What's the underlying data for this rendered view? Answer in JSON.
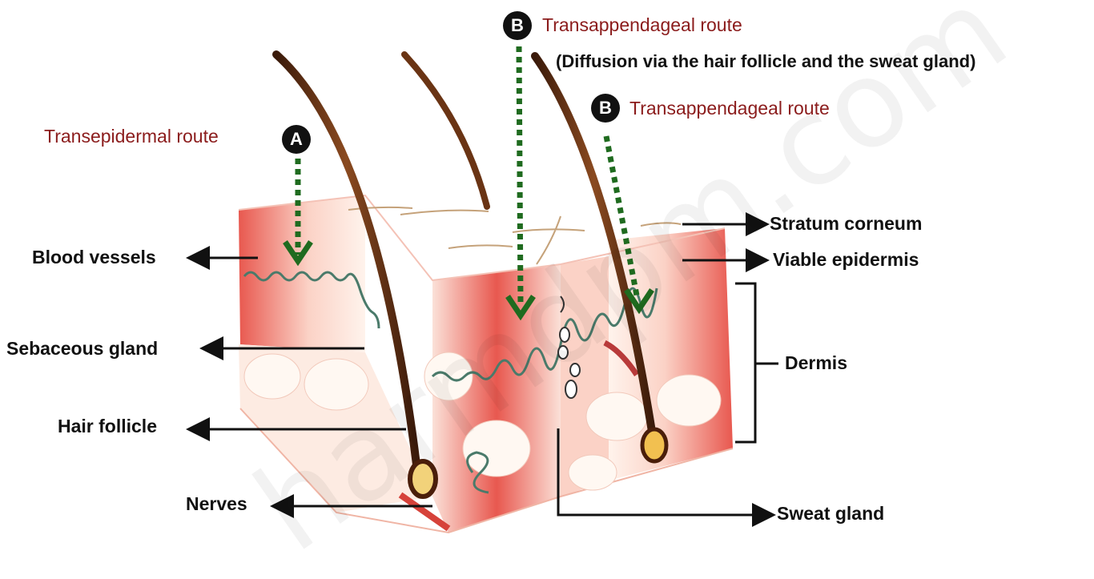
{
  "labels": {
    "route_a": "Transepidermal route",
    "route_b_top": "Transappendageal route",
    "route_b_top_note": "(Diffusion via the hair follicle and the sweat gland)",
    "route_b_mid": "Transappendageal route",
    "stratum_corneum": "Stratum corneum",
    "viable_epidermis": "Viable epidermis",
    "dermis": "Dermis",
    "sweat_gland": "Sweat gland",
    "blood_vessels": "Blood vessels",
    "sebaceous_gland": "Sebaceous gland",
    "hair_follicle": "Hair follicle",
    "nerves": "Nerves"
  },
  "badges": {
    "a": "A",
    "b1": "B",
    "b2": "B"
  },
  "watermark": "harmdpm.com",
  "colors": {
    "route_text": "#8b1c1c",
    "arrow_green": "#1f6b1f",
    "skin_red": "#e8584f"
  }
}
